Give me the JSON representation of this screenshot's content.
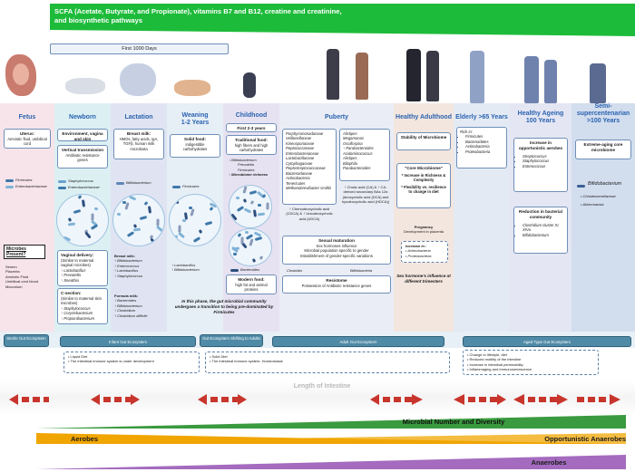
{
  "banner": {
    "text": "SCFA (Acetate, Butyrate,  and Propionate), vitamins B7 and B12, creatine and creatinine, and biosynthetic pathways",
    "color": "#1dbb3a"
  },
  "first_1000_days": "First 1000 Days",
  "stages": [
    {
      "title": "Fetus",
      "color": "#f4dce4"
    },
    {
      "title": "Newborn",
      "color": "#d7ecf1"
    },
    {
      "title": "Lactation",
      "color": "#dde3f0"
    },
    {
      "title": "Weaning\n1-2 Years",
      "color": "#e1ebf3"
    },
    {
      "title": "Childhood",
      "color": "#e4e0ef"
    },
    {
      "title": "Puberty",
      "color": "#e6e9f1"
    },
    {
      "title": "Healthy Adulthood",
      "color": "#f0e3dc"
    },
    {
      "title": "Elderly >65 Years",
      "color": "#dde6f1"
    },
    {
      "title": "Healthy Ageing\n100 Years",
      "color": "#dee2f0"
    },
    {
      "title": "Semi-\nsupercentenarian\n>100 Years",
      "color": "#c9d6ea"
    }
  ],
  "fetus": {
    "uterus_title": "Uterus:",
    "uterus_text": "Amniotic fluid, umbilical cord",
    "bugs": [
      "Firmicutes",
      "Enterobacteriaceae"
    ],
    "microbes_present": "Microbes Present?",
    "sites": [
      "Semen",
      "Placenta",
      "Amniotic Fluid",
      "Umbilical cord blood",
      "Meconium"
    ]
  },
  "newborn": {
    "env_title": "Environment, vagina and skin",
    "vertical_title": "Vertical transmission",
    "vertical_text": "Antibiotic resistance genes",
    "bugs": [
      "Staphylococcus",
      "Enterobacteriaceae"
    ],
    "vaginal_title": "Vaginal delivery:",
    "vaginal_text": "(Similar to maternal vaginal microbes)",
    "vaginal_taxa": [
      "↑ Lactobacillus",
      "↑ Prevotella",
      "↑ Sneathia"
    ],
    "csection_title": "C-section:",
    "csection_text": "(Similar to maternal skin microbes)",
    "csection_taxa": [
      "↑ Staphylococcus",
      "↑ Corynebacterium",
      "↑ Propionibacterium"
    ]
  },
  "lactation": {
    "milk_title": "Breast milk:",
    "milk_text": "HMOs, fatty acids, IgA, TGFβ, human milk microbiota",
    "bug": "Bifidobacterium",
    "breast_title": "Breast milk:",
    "breast_taxa": [
      "↑ Bifidobacterium",
      "↑ Enterococcus",
      "↑ Lactobacillus",
      "↑ Staphylococcus"
    ],
    "formula_title": "Formula milk:",
    "formula_taxa": [
      "↑ Bacteroides",
      "↑ Bifidobacterium",
      "↑ Clostridium",
      "↑ Clostridium difficile"
    ]
  },
  "weaning": {
    "food_title": "Solid food:",
    "food_text": "indigestible carbohydrates",
    "bug": "Firmicutes",
    "taxa": [
      "↑ Lactobacillus",
      "↑ Bifidobacterium"
    ]
  },
  "childhood": {
    "years": "First 2-3 years",
    "trad_title": "Traditional food:",
    "trad_text": "high fibers and high carbohydrates",
    "taxa": [
      "↓ Bifidobacterium",
      "Prevotella",
      "Firmicutes"
    ],
    "richness": "↑ Microbiome richness",
    "bug": "Bacteroides",
    "modern_title": "Modern food:",
    "modern_text": "high fat and animal proteins",
    "transition": "In this phase, the gut microbial community undergoes a transition to being pre-dominated by Firmicutes"
  },
  "puberty": {
    "taxa_left": [
      "Porphyromonadaceae",
      "Veillonellaceae",
      "Kineosporiaceae",
      "Peptococcaceae",
      "Enterobacteriaceae",
      "Lactobacillaceae",
      "Cytophagaceae",
      "Peptostreptococcaceae",
      "Bacteroidaceae",
      "Actinobacteria",
      "Tenericutes",
      "Methanobrevibacter smithii"
    ],
    "taxa_right": [
      "Alistipes",
      "Megamonas",
      "Oscillospira",
      "↑ Parabacteroides",
      "Acidaminococcus",
      "Alistipes",
      "Bilophila",
      "Parabacteroides"
    ],
    "acids_left": "↑ Chenodeoxycholic acid (CDCA) & ↑ Ursodeoxycholic acid (UDCA)",
    "acids_right": "↑ Cholic acid (CA) & ↑ CA-derived secondary BAs 12α (deoxycholic acid (DCA) and hyodeoxycholic acid (HDCA))",
    "sexual_title": "Sexual maturation",
    "sexual_lines": [
      "Sex hormones influence",
      "Microbial population specific to gender",
      "Establishment of gender-specific variations"
    ],
    "label_left": "Clostridia",
    "label_right": "Bifidobacteria",
    "resistome_title": "Resistome",
    "resistome_text": "Possession of Antibiotic resistance genes"
  },
  "adulthood": {
    "stability": "Stability of Microbiome",
    "core_title": "\"Core Microbiome\"",
    "core_lines": [
      "* Increase in Richness & Complexity",
      "* Flexibility vs. resilience to change in diet"
    ],
    "pregnancy_title": "Pregnancy",
    "pregnancy_text": "Development in placenta",
    "increase_title": "Increase in :",
    "increase_taxa": [
      "Actinobacteria",
      "Proteobacteria"
    ],
    "hormone": "Sex hormone's influence at different trimesters"
  },
  "elderly": {
    "rich_title": "Rich in:",
    "taxa": [
      "Firmicutes",
      "Bacteroidetes",
      "Actinobacteria",
      "Proteobacteria"
    ]
  },
  "ageing": {
    "increase_title": "Increase in opportunistic aerobes",
    "increase_taxa": [
      "Streptococcus",
      "Staphylococcus",
      "Enterococcus"
    ],
    "reduction_title": "Reduction in bacterial community",
    "reduction_taxa": [
      "Clostridium cluster IV, XIVa",
      "Bifidobacterium"
    ]
  },
  "semi": {
    "core_title": "Extreme-aging core microbiome",
    "bug": "Bifidobacterium",
    "taxa": [
      "Christensenellaceae",
      "Akkermansia"
    ]
  },
  "ecosystems": [
    {
      "label": "Sterile Gut Ecosystem"
    },
    {
      "label": "Infant Gut Ecosystem"
    },
    {
      "label": "Gut Ecosystem Shifting to Adults"
    },
    {
      "label": "Adult Gut Ecosystem"
    },
    {
      "label": "Aged Type Gut Ecosystem"
    }
  ],
  "notes": {
    "infant": [
      "Liquid Diet",
      "The intestinal immune system is under development"
    ],
    "adult": [
      "Solid Diet",
      "The intestinal immune system: Homeostasis"
    ],
    "aged": [
      "Change in lifestyle, diet",
      "Reduced motility of the intestine",
      "Increase in intestinal permeability",
      "Inflammaging and Immunosenescence"
    ]
  },
  "length_of_intestine": "Length of Intestine",
  "diversity": "Microbial Number and Diversity",
  "aerobes": "Aerobes",
  "opportunistic": "Opportunistic Anaerobes",
  "anaerobes": "Anaerobes",
  "colors": {
    "title_blue": "#2a63b0",
    "bar_teal": "#4f8aa6",
    "arrow_red": "#c8352c",
    "gold": "#f0a500",
    "purple": "#a46bbf",
    "green": "#2f8f3a"
  }
}
